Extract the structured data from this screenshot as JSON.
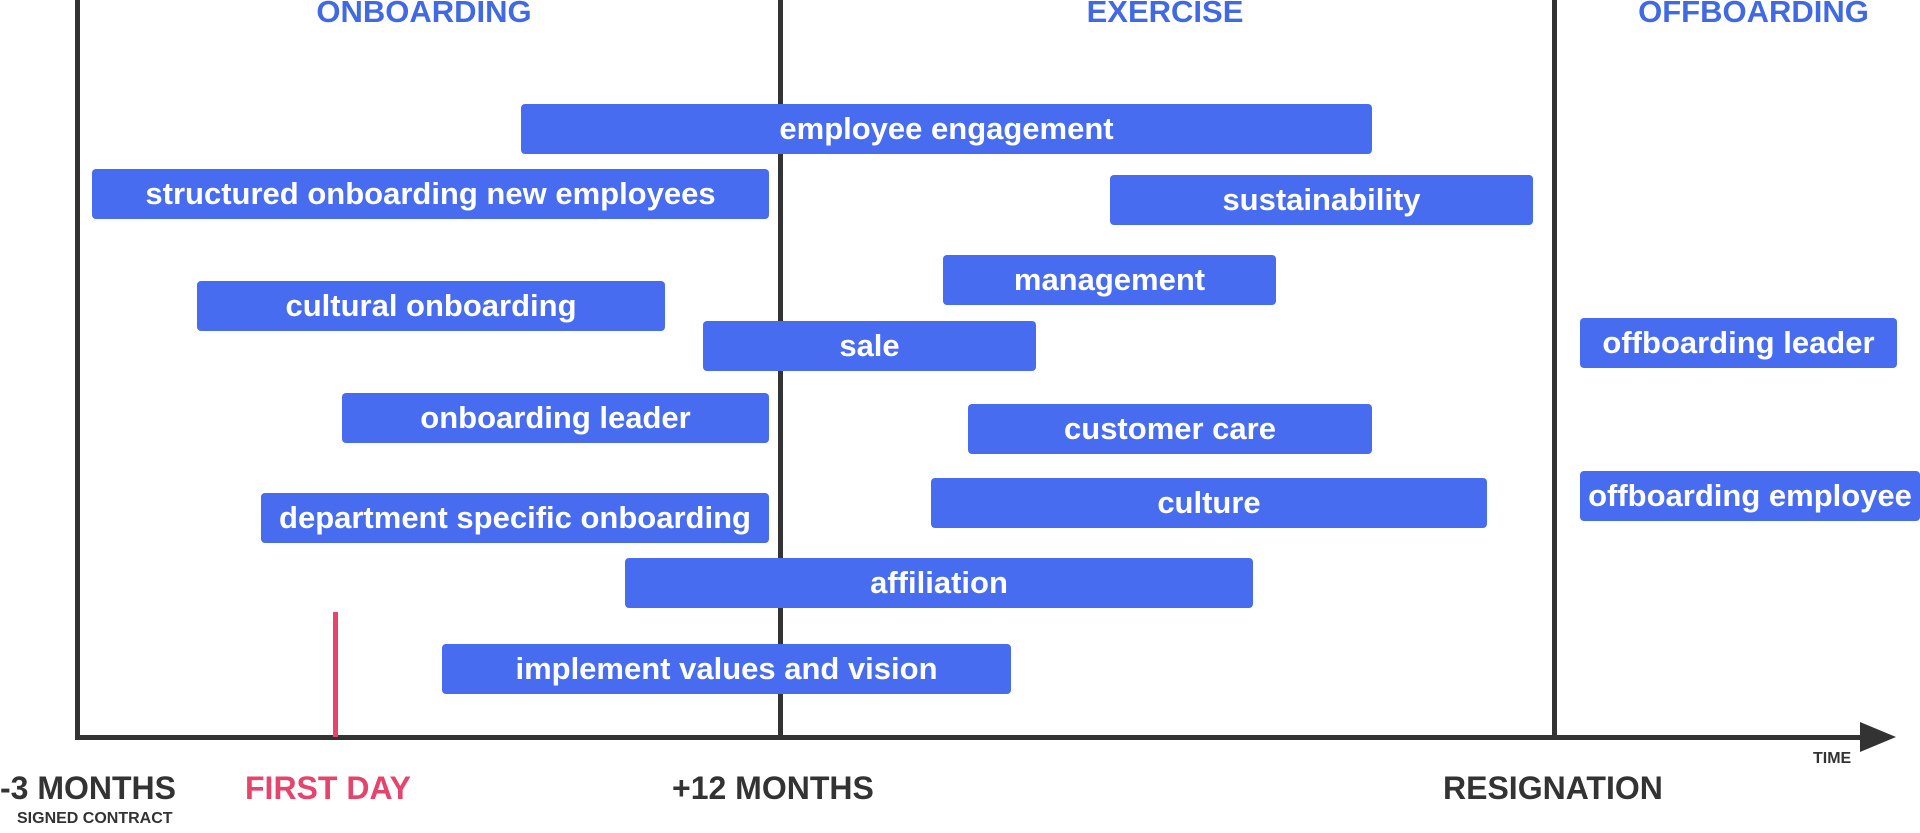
{
  "phases": {
    "onboarding": "ONBOARDING",
    "exercise": "EXERCISE",
    "offboarding": "OFFBOARDING"
  },
  "bars": {
    "employee_engagement": "employee engagement",
    "structured_onboarding": "structured onboarding new employees",
    "sustainability": "sustainability",
    "management": "management",
    "cultural_onboarding": "cultural onboarding",
    "sale": "sale",
    "offboarding_leader": "offboarding leader",
    "onboarding_leader": "onboarding leader",
    "customer_care": "customer care",
    "department_specific": "department specific onboarding",
    "culture": "culture",
    "offboarding_employee": "offboarding employee",
    "affiliation": "affiliation",
    "implement_values": "implement values and vision"
  },
  "axis": {
    "minus_3_months": "-3 MONTHS",
    "signed_contract": "SIGNED CONTRACT",
    "first_day": "FIRST DAY",
    "plus_12_months": "+12 MONTHS",
    "resignation": "RESIGNATION",
    "time": "TIME"
  },
  "colors": {
    "bar": "#476cf0",
    "phase_heading": "#4169e1",
    "first_day": "#e5446d",
    "axis": "#333333"
  }
}
